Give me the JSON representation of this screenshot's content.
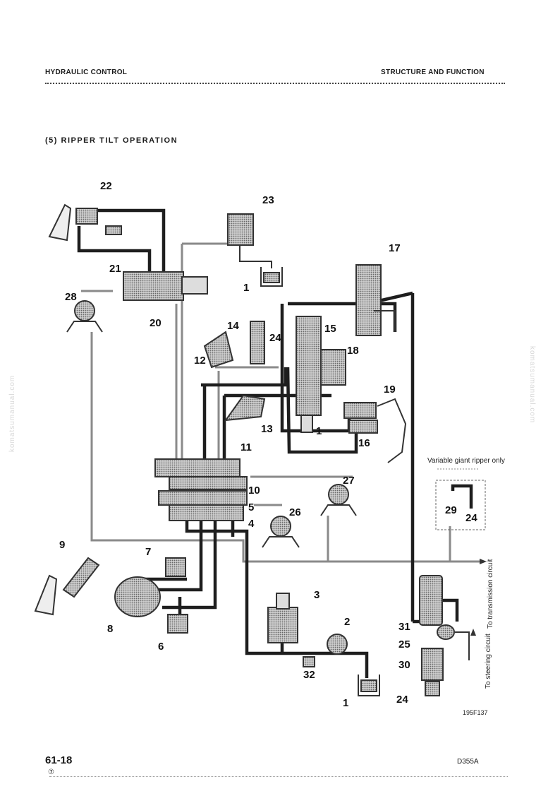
{
  "header": {
    "left": "HYDRAULIC CONTROL",
    "right": "STRUCTURE AND FUNCTION"
  },
  "section_title": "(5)  RIPPER TILT OPERATION",
  "watermark": "komatsumanual.com",
  "labels": {
    "l1a": "1",
    "l1b": "1",
    "l1c": "1",
    "l2": "2",
    "l3": "3",
    "l4": "4",
    "l5": "5",
    "l6": "6",
    "l7": "7",
    "l8": "8",
    "l9": "9",
    "l10": "10",
    "l11": "11",
    "l12": "12",
    "l13": "13",
    "l14": "14",
    "l15": "15",
    "l16": "16",
    "l17": "17",
    "l18": "18",
    "l19": "19",
    "l20": "20",
    "l21": "21",
    "l22": "22",
    "l23": "23",
    "l24a": "24",
    "l24b": "24",
    "l24c": "24",
    "l25": "25",
    "l26": "26",
    "l27": "27",
    "l28": "28",
    "l29": "29",
    "l30": "30",
    "l31": "31",
    "l32": "32"
  },
  "notes": {
    "variable_ripper": "Variable giant ripper only",
    "to_transmission": "To transmission circuit",
    "to_steering": "To steering circuit",
    "figure_code": "195F137"
  },
  "footer": {
    "page": "61-18",
    "model": "D355A",
    "mark": "⑦"
  },
  "colors": {
    "line_heavy": "#1e1e1e",
    "line_pilot": "#8a8a8a",
    "component": "#555555"
  }
}
